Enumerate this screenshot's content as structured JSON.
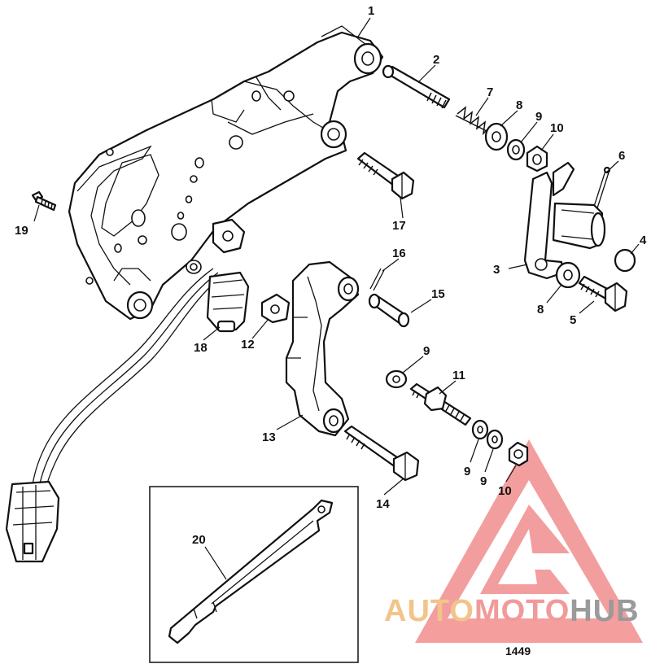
{
  "figure_number": "1449",
  "watermark": {
    "part1": "AUTO",
    "part2": "MOTO",
    "part3": "HUB"
  },
  "part_labels": [
    "1",
    "2",
    "3",
    "4",
    "5",
    "6",
    "7",
    "8",
    "8",
    "9",
    "9",
    "9",
    "9",
    "10",
    "10",
    "11",
    "12",
    "13",
    "14",
    "15",
    "16",
    "17",
    "18",
    "19",
    "20"
  ]
}
